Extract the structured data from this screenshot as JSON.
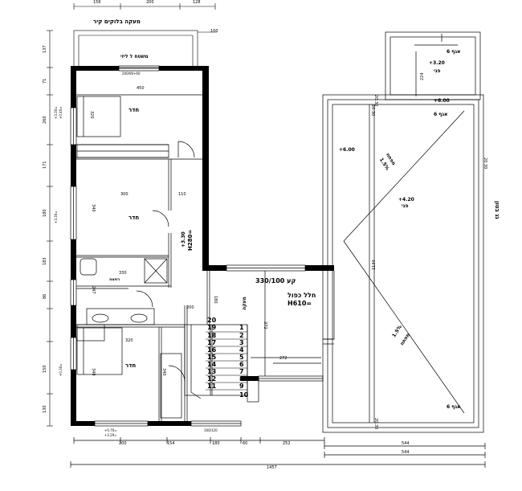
{
  "top_dims": [
    "156",
    "200",
    "128"
  ],
  "top_right_dim": "100",
  "balcony_title": "מעקה בלוקים קיר",
  "void_label": "משטח ל ליזי",
  "win_label_1": "200/90+60",
  "dim_450": "450",
  "room1_name": "חדר",
  "room1_w": "320",
  "room2_w": "300",
  "room2_side": "110",
  "room2_name": "חדר",
  "room2_h": "340",
  "h_marks": [
    "+3.30",
    "H280="
  ],
  "room3_w": "330",
  "room3_h": "247",
  "room3_name": "רחצה",
  "dim_200": "200",
  "dim_180": "180",
  "stair_label": "מעקה",
  "stair_steps_left": [
    "20",
    "19",
    "18",
    "17",
    "16",
    "15",
    "14",
    "13",
    "12",
    "11"
  ],
  "stair_steps_right": [
    "1",
    "2",
    "3",
    "4",
    "5",
    "6",
    "7",
    "8",
    "9",
    "10"
  ],
  "room4_w": "320",
  "room4_name": "חדר",
  "room4_h": "340",
  "room4_d": "340",
  "gallery_label": "קע 330/100",
  "void_h_label": "חלל כפול",
  "void_h": "H610=",
  "dim_372": "372",
  "dim_272": "272",
  "left_dims": [
    "137",
    "71",
    "260",
    "171",
    "180",
    "183",
    "86",
    "150",
    "130"
  ],
  "left_small": [
    "+3.30=",
    "+0.40=",
    "+3.30=",
    "+0.30="
  ],
  "roof_top": [
    "אגף 6",
    "+3.20",
    "פני",
    "+6.00",
    "אגף 6"
  ],
  "roof_dims": [
    "20.30",
    "224",
    "20.30",
    "1.5%",
    "1.5%",
    "20.30",
    "1134",
    "20.30"
  ],
  "roof_elev": [
    "+6.00",
    "+4.20",
    "פני"
  ],
  "roof_slope_upper": "מפתח",
  "roof_slope_lower": "מפתח",
  "roof_side": "גג בטון",
  "roof_bottom_label": "אגף 6",
  "bottom_dims": [
    "200",
    "154",
    "180",
    "60",
    "252",
    "544"
  ],
  "bottom_small": [
    "+0.70=",
    "+3.29="
  ],
  "overall_right": "544",
  "overall": "1457",
  "bottom_win": "160/120"
}
